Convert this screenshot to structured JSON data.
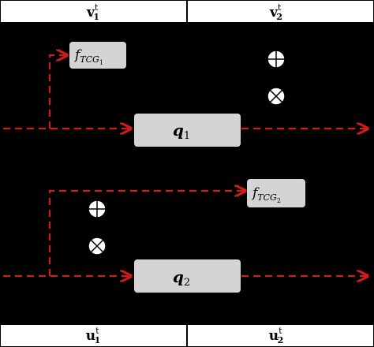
{
  "header": {
    "v1": {
      "base": "v",
      "sub": "1",
      "sup": "t"
    },
    "v2": {
      "base": "v",
      "sub": "2",
      "sup": "t"
    }
  },
  "footer": {
    "u1": {
      "base": "u",
      "sub": "1",
      "sup": "t"
    },
    "u2": {
      "base": "u",
      "sub": "2",
      "sup": "t"
    }
  },
  "blocks": {
    "q1": {
      "base": "q",
      "sub": "1"
    },
    "q2": {
      "base": "q",
      "sub": "2"
    },
    "ftcg1": {
      "base": "f",
      "sub": "TCG",
      "subsub": "1"
    },
    "ftcg2": {
      "base": "f",
      "sub": "TCG",
      "subsub": "2"
    }
  },
  "operators": {
    "plus": "⊕",
    "times": "⊗"
  },
  "colors": {
    "background": "#000000",
    "arrow": "#d01c1c",
    "block_fill": "#d4d4d4",
    "bar_fill": "#ffffff",
    "text": "#000000"
  }
}
